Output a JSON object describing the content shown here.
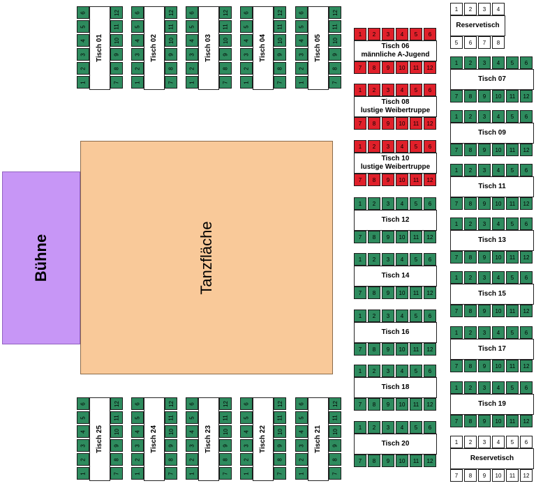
{
  "areas": {
    "stage_label": "Bühne",
    "dance_label": "Tanzfläche"
  },
  "colors": {
    "seat_free": "#2e8b5e",
    "seat_reserved_group": "#e0202a",
    "seat_reserve_table": "#ffffff",
    "stage": "#c796f6",
    "dance_floor": "#f9c999"
  },
  "top_tables": [
    {
      "label": "Tisch 01",
      "left": [
        "6",
        "5",
        "4",
        "3",
        "2",
        "1"
      ],
      "right": [
        "12",
        "11",
        "10",
        "9",
        "8",
        "7"
      ],
      "status": "free"
    },
    {
      "label": "Tisch 02",
      "left": [
        "6",
        "5",
        "4",
        "3",
        "2",
        "1"
      ],
      "right": [
        "12",
        "11",
        "10",
        "9",
        "8",
        "7"
      ],
      "status": "free"
    },
    {
      "label": "Tisch 03",
      "left": [
        "6",
        "5",
        "4",
        "3",
        "2",
        "1"
      ],
      "right": [
        "12",
        "11",
        "10",
        "9",
        "8",
        "7"
      ],
      "status": "free"
    },
    {
      "label": "Tisch 04",
      "left": [
        "6",
        "5",
        "4",
        "3",
        "2",
        "1"
      ],
      "right": [
        "12",
        "11",
        "10",
        "9",
        "8",
        "7"
      ],
      "status": "free"
    },
    {
      "label": "Tisch 05",
      "left": [
        "6",
        "5",
        "4",
        "3",
        "2",
        "1"
      ],
      "right": [
        "12",
        "11",
        "10",
        "9",
        "8",
        "7"
      ],
      "status": "free"
    }
  ],
  "bottom_tables": [
    {
      "label": "Tisch 25",
      "left": [
        "6",
        "5",
        "4",
        "3",
        "2",
        "1"
      ],
      "right": [
        "12",
        "11",
        "10",
        "9",
        "8",
        "7"
      ],
      "status": "free"
    },
    {
      "label": "Tisch 24",
      "left": [
        "6",
        "5",
        "4",
        "3",
        "2",
        "1"
      ],
      "right": [
        "12",
        "11",
        "10",
        "9",
        "8",
        "7"
      ],
      "status": "free"
    },
    {
      "label": "Tisch 23",
      "left": [
        "6",
        "5",
        "4",
        "3",
        "2",
        "1"
      ],
      "right": [
        "12",
        "11",
        "10",
        "9",
        "8",
        "7"
      ],
      "status": "free"
    },
    {
      "label": "Tisch 22",
      "left": [
        "6",
        "5",
        "4",
        "3",
        "2",
        "1"
      ],
      "right": [
        "12",
        "11",
        "10",
        "9",
        "8",
        "7"
      ],
      "status": "free"
    },
    {
      "label": "Tisch 21",
      "left": [
        "6",
        "5",
        "4",
        "3",
        "2",
        "1"
      ],
      "right": [
        "12",
        "11",
        "10",
        "9",
        "8",
        "7"
      ],
      "status": "free"
    }
  ],
  "middle_tables": [
    {
      "label": "Tisch 06",
      "sublabel": "männliche A-Jugend",
      "top": [
        "1",
        "2",
        "3",
        "4",
        "5",
        "6"
      ],
      "bottom": [
        "7",
        "8",
        "9",
        "10",
        "11",
        "12"
      ],
      "status": "reserved"
    },
    {
      "label": "Tisch 08",
      "sublabel": "lustige Weibertruppe",
      "top": [
        "1",
        "2",
        "3",
        "4",
        "5",
        "6"
      ],
      "bottom": [
        "7",
        "8",
        "9",
        "10",
        "11",
        "12"
      ],
      "status": "reserved"
    },
    {
      "label": "Tisch 10",
      "sublabel": "lustige Weibertruppe",
      "top": [
        "1",
        "2",
        "3",
        "4",
        "5",
        "6"
      ],
      "bottom": [
        "7",
        "8",
        "9",
        "10",
        "11",
        "12"
      ],
      "status": "reserved"
    },
    {
      "label": "Tisch 12",
      "sublabel": "",
      "top": [
        "1",
        "2",
        "3",
        "4",
        "5",
        "6"
      ],
      "bottom": [
        "7",
        "8",
        "9",
        "10",
        "11",
        "12"
      ],
      "status": "free"
    },
    {
      "label": "Tisch 14",
      "sublabel": "",
      "top": [
        "1",
        "2",
        "3",
        "4",
        "5",
        "6"
      ],
      "bottom": [
        "7",
        "8",
        "9",
        "10",
        "11",
        "12"
      ],
      "status": "free"
    },
    {
      "label": "Tisch 16",
      "sublabel": "",
      "top": [
        "1",
        "2",
        "3",
        "4",
        "5",
        "6"
      ],
      "bottom": [
        "7",
        "8",
        "9",
        "10",
        "11",
        "12"
      ],
      "status": "free"
    },
    {
      "label": "Tisch 18",
      "sublabel": "",
      "top": [
        "1",
        "2",
        "3",
        "4",
        "5",
        "6"
      ],
      "bottom": [
        "7",
        "8",
        "9",
        "10",
        "11",
        "12"
      ],
      "status": "free"
    },
    {
      "label": "Tisch 20",
      "sublabel": "",
      "top": [
        "1",
        "2",
        "3",
        "4",
        "5",
        "6"
      ],
      "bottom": [
        "7",
        "8",
        "9",
        "10",
        "11",
        "12"
      ],
      "status": "free"
    }
  ],
  "right_tables": [
    {
      "label": "Reservetisch",
      "top": [
        "1",
        "2",
        "3",
        "4"
      ],
      "bottom": [
        "5",
        "6",
        "7",
        "8"
      ],
      "status": "reserve"
    },
    {
      "label": "Tisch 07",
      "top": [
        "1",
        "2",
        "3",
        "4",
        "5",
        "6"
      ],
      "bottom": [
        "7",
        "8",
        "9",
        "10",
        "11",
        "12"
      ],
      "status": "free"
    },
    {
      "label": "Tisch 09",
      "top": [
        "1",
        "2",
        "3",
        "4",
        "5",
        "6"
      ],
      "bottom": [
        "7",
        "8",
        "9",
        "10",
        "11",
        "12"
      ],
      "status": "free"
    },
    {
      "label": "Tisch 11",
      "top": [
        "1",
        "2",
        "3",
        "4",
        "5",
        "6"
      ],
      "bottom": [
        "7",
        "8",
        "9",
        "10",
        "11",
        "12"
      ],
      "status": "free"
    },
    {
      "label": "Tisch 13",
      "top": [
        "1",
        "2",
        "3",
        "4",
        "5",
        "6"
      ],
      "bottom": [
        "7",
        "8",
        "9",
        "10",
        "11",
        "12"
      ],
      "status": "free"
    },
    {
      "label": "Tisch 15",
      "top": [
        "1",
        "2",
        "3",
        "4",
        "5",
        "6"
      ],
      "bottom": [
        "7",
        "8",
        "9",
        "10",
        "11",
        "12"
      ],
      "status": "free"
    },
    {
      "label": "Tisch 17",
      "top": [
        "1",
        "2",
        "3",
        "4",
        "5",
        "6"
      ],
      "bottom": [
        "7",
        "8",
        "9",
        "10",
        "11",
        "12"
      ],
      "status": "free"
    },
    {
      "label": "Tisch 19",
      "top": [
        "1",
        "2",
        "3",
        "4",
        "5",
        "6"
      ],
      "bottom": [
        "7",
        "8",
        "9",
        "10",
        "11",
        "12"
      ],
      "status": "free"
    },
    {
      "label": "Reservetisch",
      "top": [
        "1",
        "2",
        "3",
        "4",
        "5",
        "6"
      ],
      "bottom": [
        "7",
        "8",
        "9",
        "10",
        "11",
        "12"
      ],
      "status": "reserve"
    }
  ]
}
